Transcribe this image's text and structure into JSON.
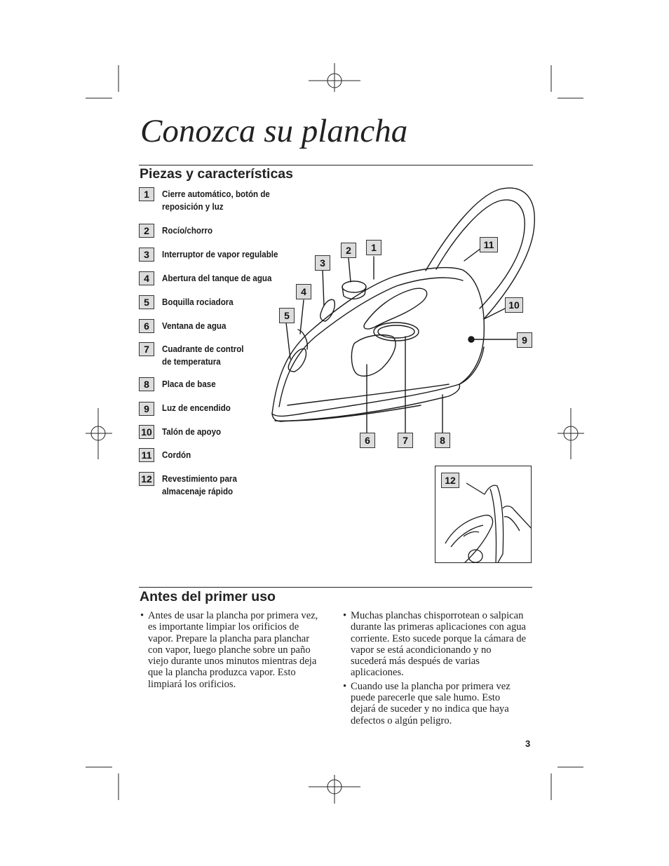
{
  "page": {
    "title": "Conozca su plancha",
    "page_number": "3"
  },
  "parts_section": {
    "heading": "Piezas y características",
    "items": [
      {
        "number": "1",
        "label": "Cierre automático, botón de\nreposición y luz"
      },
      {
        "number": "2",
        "label": "Rocío/chorro"
      },
      {
        "number": "3",
        "label": "Interruptor de vapor regulable"
      },
      {
        "number": "4",
        "label": "Abertura del tanque de agua"
      },
      {
        "number": "5",
        "label": "Boquilla rociadora"
      },
      {
        "number": "6",
        "label": "Ventana de agua"
      },
      {
        "number": "7",
        "label": "Cuadrante de control\nde temperatura"
      },
      {
        "number": "8",
        "label": "Placa de base"
      },
      {
        "number": "9",
        "label": "Luz de encendido"
      },
      {
        "number": "10",
        "label": "Talón de apoyo"
      },
      {
        "number": "11",
        "label": "Cordón"
      },
      {
        "number": "12",
        "label": "Revestimiento para\nalmacenaje rápido"
      }
    ]
  },
  "diagram": {
    "callouts": [
      "1",
      "2",
      "3",
      "4",
      "5",
      "6",
      "7",
      "8",
      "9",
      "10",
      "11",
      "12"
    ]
  },
  "before_first_use": {
    "heading": "Antes del primer uso",
    "left_bullets": [
      "Antes de usar la plancha por primera vez, es importante limpiar los orificios de vapor. Prepare la plancha para planchar con vapor, luego planche sobre un paño viejo durante unos minutos mientras deja que la plancha produzca vapor. Esto limpiará los orificios."
    ],
    "right_bullets": [
      "Muchas planchas chisporrotean o salpican durante las primeras aplicaciones con agua corriente. Esto sucede porque la cámara de vapor se está acondicionando y no sucederá más después de varias aplicaciones.",
      "Cuando use la plancha por primera vez puede parecerle que sale humo. Esto dejará de suceder y no indica que haya defectos o algún peligro."
    ]
  }
}
